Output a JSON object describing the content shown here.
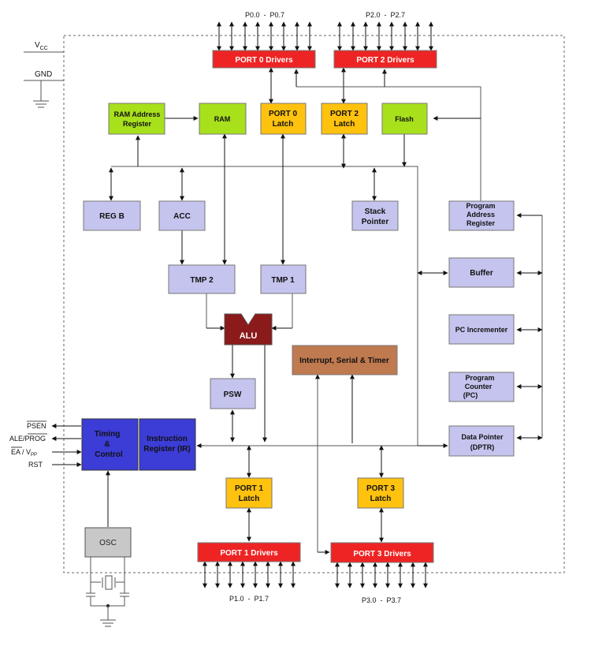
{
  "colors": {
    "driver_red": "#ee2424",
    "latch_yellow": "#ffc20e",
    "memory_green": "#a8e01c",
    "register_lavender": "#c4c4ee",
    "alu_maroon": "#8b1a1a",
    "interrupt_brown": "#c07a50",
    "control_blue": "#3c3cd6",
    "osc_gray": "#c8c8c8",
    "line_gray": "#555555"
  },
  "power": {
    "vcc": "V",
    "vcc_sub": "CC",
    "gnd": "GND"
  },
  "ports": {
    "p0_range": "P0.0  -  P0.7",
    "p2_range": "P2.0  -  P2.7",
    "p1_range": "P1.0  -  P1.7",
    "p3_range": "P3.0  -  P3.7"
  },
  "blocks": {
    "port0_drivers": "PORT 0 Drivers",
    "port2_drivers": "PORT 2 Drivers",
    "ram_address_register": [
      "RAM Address",
      "Register"
    ],
    "ram": "RAM",
    "port0_latch": [
      "PORT 0",
      "Latch"
    ],
    "port2_latch": [
      "PORT 2",
      "Latch"
    ],
    "flash": "Flash",
    "reg_b": "REG B",
    "acc": "ACC",
    "stack_pointer": [
      "Stack",
      "Pointer"
    ],
    "program_address_register": [
      "Program",
      "Address",
      "Register"
    ],
    "buffer": "Buffer",
    "tmp2": "TMP 2",
    "tmp1": "TMP 1",
    "alu": "ALU",
    "interrupt": "Interrupt, Serial & Timer",
    "pc_incrementer": "PC Incrementer",
    "program_counter": [
      "Program",
      "Counter",
      "(PC)"
    ],
    "psw": "PSW",
    "timing_control": [
      "Timing",
      "&",
      "Control"
    ],
    "instruction_register": [
      "Instruction",
      "Register (IR)"
    ],
    "data_pointer": [
      "Data Pointer",
      "(DPTR)"
    ],
    "port1_latch": [
      "PORT 1",
      "Latch"
    ],
    "port3_latch": [
      "PORT 3",
      "Latch"
    ],
    "osc": "OSC",
    "port1_drivers": "PORT 1 Drivers",
    "port3_drivers": "PORT 3 Drivers"
  },
  "control_pins": {
    "psen": "PSEN",
    "ale": "ALE/",
    "prog": "PROG",
    "ea": "EA",
    "ea_sep": " / V",
    "vpp_sub": "PP",
    "rst": "RST"
  }
}
